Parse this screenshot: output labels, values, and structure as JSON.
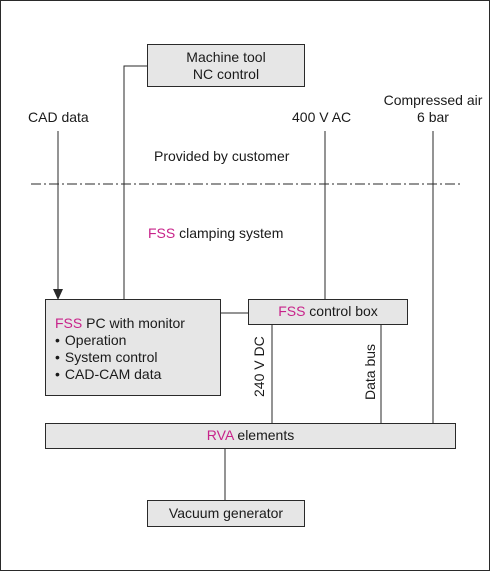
{
  "nodes": {
    "machine_tool": {
      "line1": "Machine tool",
      "line2": "NC control"
    },
    "pc": {
      "accent": "FSS",
      "title": " PC with monitor",
      "items": [
        "Operation",
        "System control",
        "CAD-CAM data"
      ]
    },
    "control_box": {
      "accent": "FSS",
      "label": " control box"
    },
    "rva": {
      "accent": "RVA",
      "label": " elements"
    },
    "vacuum": {
      "label": "Vacuum generator"
    }
  },
  "labels": {
    "cad_data": "CAD data",
    "power_ac": "400 V AC",
    "air_line1": "Compressed air",
    "air_line2": "6 bar",
    "provided": "Provided by customer",
    "system_accent": "FSS",
    "system_label": " clamping system",
    "dc": "240 V DC",
    "bus": "Data bus"
  },
  "colors": {
    "accent": "#c8238a",
    "box_fill": "#e6e6e6",
    "line": "#2a2a2a"
  }
}
